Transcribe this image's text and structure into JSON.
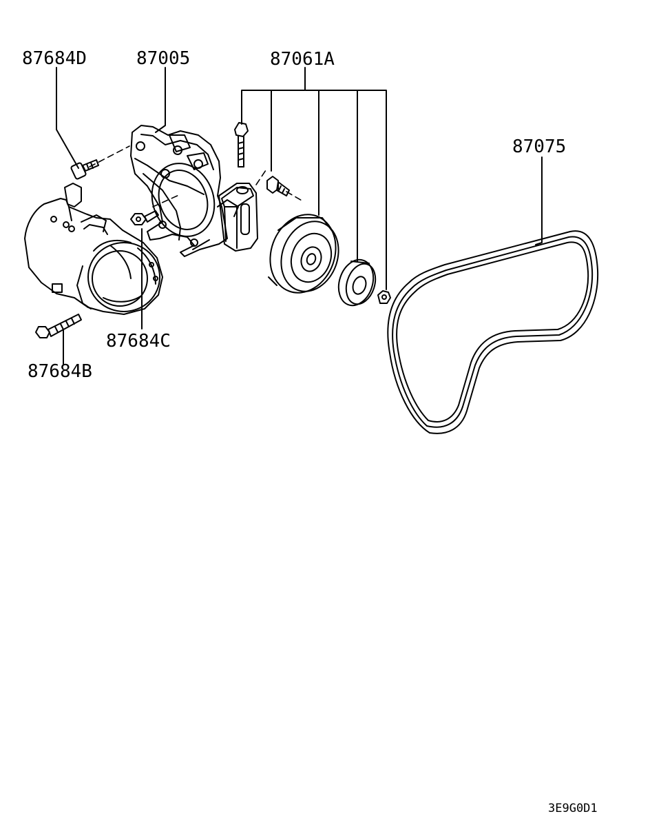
{
  "labels": {
    "p87684D": "87684D",
    "p87005": "87005",
    "p87061A": "87061A",
    "p87075": "87075",
    "p87684C": "87684C",
    "p87684B": "87684B"
  },
  "reference_code": "3E9G0D1"
}
